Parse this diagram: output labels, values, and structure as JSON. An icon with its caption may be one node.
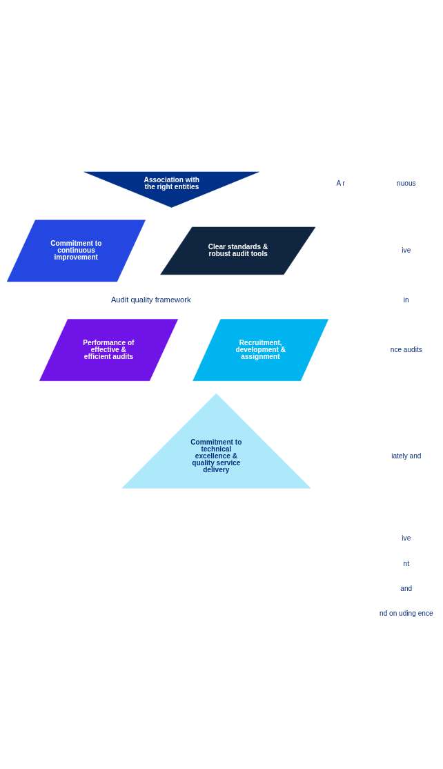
{
  "diagram": {
    "nodes": [
      {
        "text": [
          "Association with the right entities"
        ]
      },
      {
        "text": [
          "Commitment to continuous improvement"
        ]
      },
      {
        "text": [
          "Clear standards & robust audit tools"
        ]
      },
      {
        "text": [
          "Performance of effective & efficient audits"
        ]
      },
      {
        "text": [
          "Recruitment, development & assignment"
        ]
      },
      {
        "text": [
          "Commitment to technical excellence & quality service delivery"
        ]
      }
    ],
    "edges": [],
    "labels": [
      "nuous",
      "ive",
      "in",
      "nce audits",
      "iately and",
      "ive",
      "nt",
      "and",
      "nd on uding ence",
      "A r",
      "Audit quality framework"
    ]
  }
}
